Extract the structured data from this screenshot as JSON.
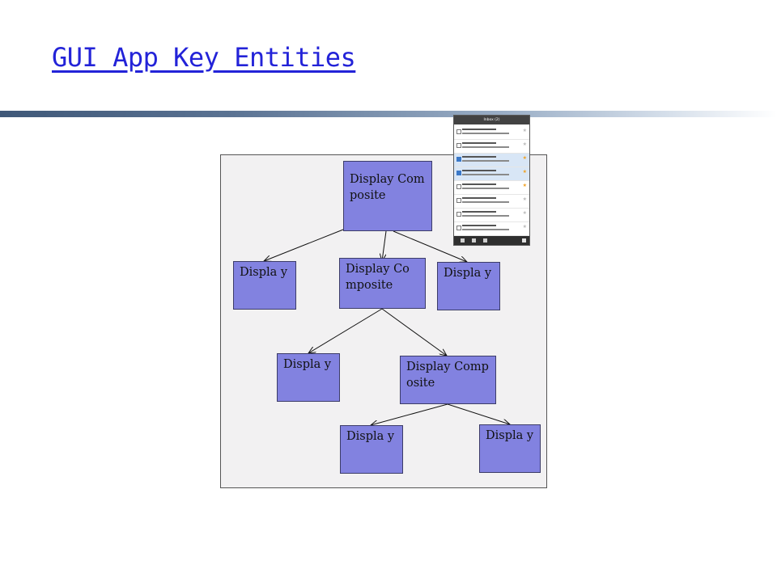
{
  "slide": {
    "title": "GUI App Key Entities"
  },
  "diagram": {
    "nodes": {
      "root_composite": "Display Composite",
      "left_display": "Displa y",
      "mid_composite": "Display Composite",
      "right_display": "Displa y",
      "lower_display": "Displa y",
      "lower_composite": "Display Composite",
      "leaf_display_left": "Displa y",
      "leaf_display_right": "Displa y"
    },
    "edges": [
      [
        "root_composite",
        "left_display"
      ],
      [
        "root_composite",
        "mid_composite"
      ],
      [
        "root_composite",
        "right_display"
      ],
      [
        "mid_composite",
        "lower_display"
      ],
      [
        "mid_composite",
        "lower_composite"
      ],
      [
        "lower_composite",
        "leaf_display_left"
      ],
      [
        "lower_composite",
        "leaf_display_right"
      ]
    ]
  },
  "screenshot_thumbnail": {
    "header_title": "Inbox (2)",
    "rows": [
      {
        "selected": false,
        "checked": false,
        "starred": false
      },
      {
        "selected": false,
        "checked": false,
        "starred": false
      },
      {
        "selected": true,
        "checked": true,
        "starred": true
      },
      {
        "selected": true,
        "checked": true,
        "starred": true
      },
      {
        "selected": false,
        "checked": false,
        "starred": true
      },
      {
        "selected": false,
        "checked": false,
        "starred": false
      },
      {
        "selected": false,
        "checked": false,
        "starred": false
      },
      {
        "selected": false,
        "checked": false,
        "starred": false
      }
    ]
  },
  "colors": {
    "title": "#2323d8",
    "node_fill": "#8282e0",
    "frame_fill": "#f2f1f2"
  }
}
